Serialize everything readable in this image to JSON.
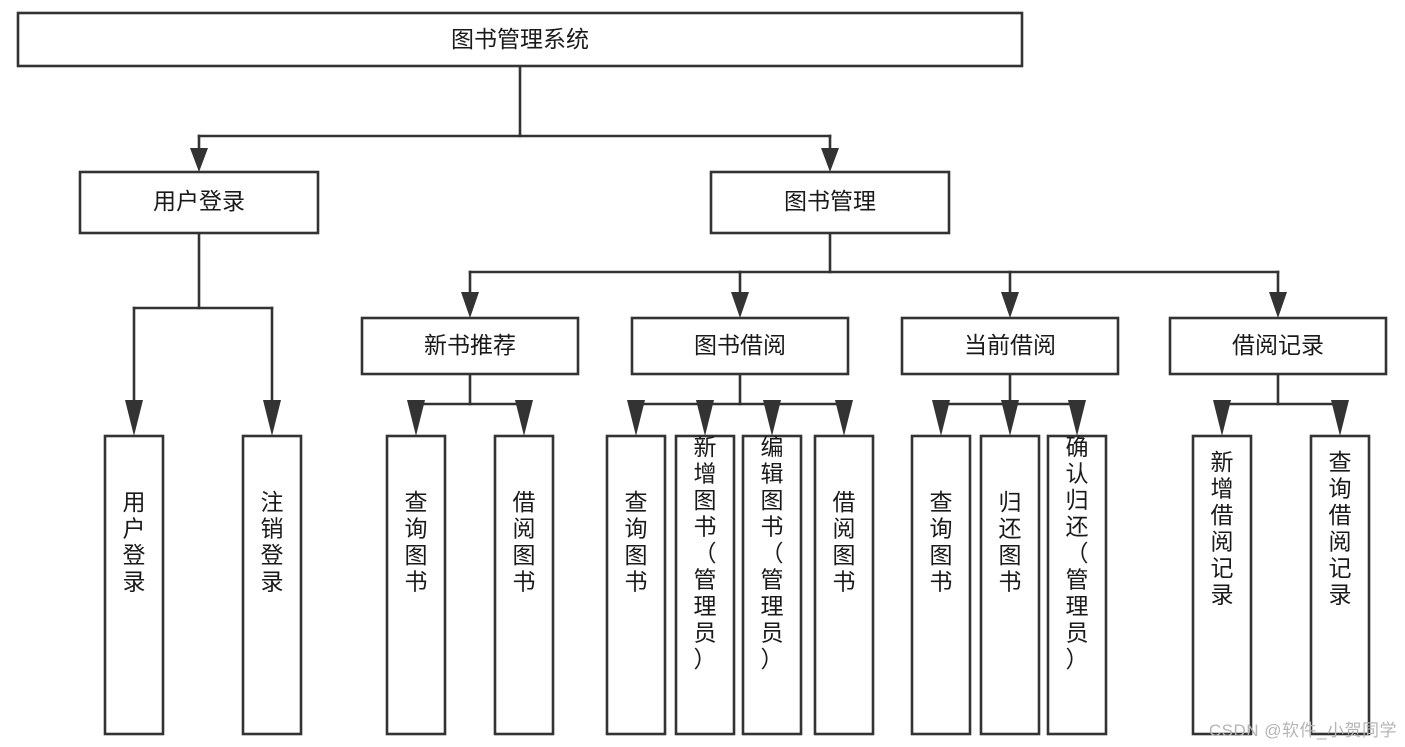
{
  "diagram": {
    "type": "tree-hierarchy-chart",
    "title": "图书管理系统",
    "root": {
      "id": "root",
      "label": "图书管理系统",
      "orientation": "horizontal"
    },
    "level2": [
      {
        "id": "user-login",
        "label": "用户登录",
        "orientation": "horizontal"
      },
      {
        "id": "book-management",
        "label": "图书管理",
        "orientation": "horizontal"
      }
    ],
    "level3": [
      {
        "id": "new-book-recommend",
        "label": "新书推荐",
        "orientation": "horizontal",
        "parent": "book-management"
      },
      {
        "id": "book-borrow",
        "label": "图书借阅",
        "orientation": "horizontal",
        "parent": "book-management"
      },
      {
        "id": "current-borrow",
        "label": "当前借阅",
        "orientation": "horizontal",
        "parent": "book-management"
      },
      {
        "id": "borrow-record",
        "label": "借阅记录",
        "orientation": "horizontal",
        "parent": "book-management"
      }
    ],
    "leaves": [
      {
        "id": "leaf-user-login",
        "label": "用户登录",
        "orientation": "vertical",
        "parent": "user-login"
      },
      {
        "id": "leaf-logout-login",
        "label": "注销登录",
        "orientation": "vertical",
        "parent": "user-login"
      },
      {
        "id": "leaf-query-book-1",
        "label": "查询图书",
        "orientation": "vertical",
        "parent": "new-book-recommend"
      },
      {
        "id": "leaf-borrow-book-1",
        "label": "借阅图书",
        "orientation": "vertical",
        "parent": "new-book-recommend"
      },
      {
        "id": "leaf-query-book-2",
        "label": "查询图书",
        "orientation": "vertical",
        "parent": "book-borrow"
      },
      {
        "id": "leaf-add-book",
        "label": "新增图书（管理员）",
        "orientation": "vertical",
        "parent": "book-borrow"
      },
      {
        "id": "leaf-edit-book",
        "label": "编辑图书（管理员）",
        "orientation": "vertical",
        "parent": "book-borrow"
      },
      {
        "id": "leaf-borrow-book-2",
        "label": "借阅图书",
        "orientation": "vertical",
        "parent": "book-borrow"
      },
      {
        "id": "leaf-query-book-3",
        "label": "查询图书",
        "orientation": "vertical",
        "parent": "current-borrow"
      },
      {
        "id": "leaf-return-book",
        "label": "归还图书",
        "orientation": "vertical",
        "parent": "current-borrow"
      },
      {
        "id": "leaf-confirm-return",
        "label": "确认归还（管理员）",
        "orientation": "vertical",
        "parent": "current-borrow"
      },
      {
        "id": "leaf-add-record",
        "label": "新增借阅记录",
        "orientation": "vertical",
        "parent": "borrow-record"
      },
      {
        "id": "leaf-query-record",
        "label": "查询借阅记录",
        "orientation": "vertical",
        "parent": "borrow-record"
      }
    ]
  },
  "watermark": {
    "text": "CSDN @软件_小贺同学"
  },
  "colors": {
    "box_stroke": "#333333",
    "box_fill": "#ffffff",
    "text": "#1a1a1a",
    "background": "#ffffff",
    "watermark": "#b5b5b5"
  }
}
